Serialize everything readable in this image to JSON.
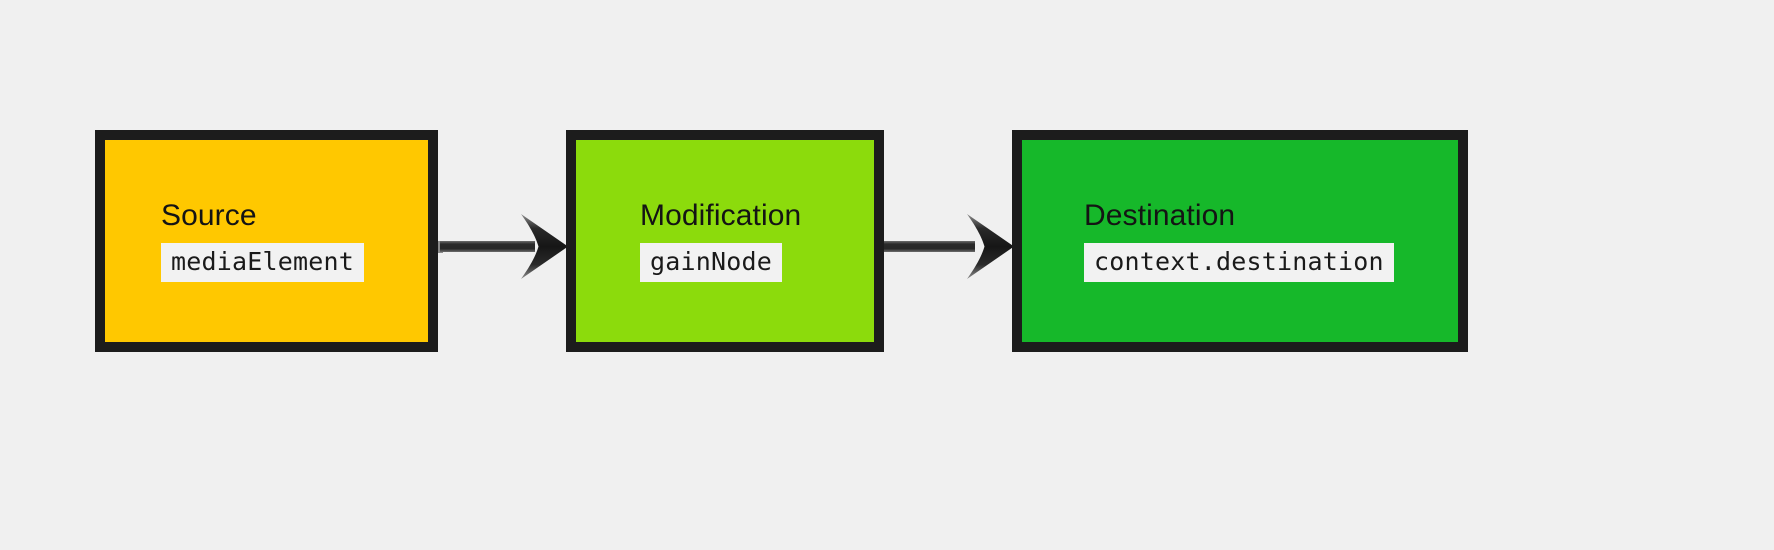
{
  "diagram": {
    "type": "flowchart-left-to-right",
    "background_color": "#f0f0f0",
    "border_color": "#1c1c1c",
    "nodes": [
      {
        "id": "source",
        "title": "Source",
        "code": "mediaElement",
        "fill_color": "#ffc800",
        "chip_color": "#f2f2f2"
      },
      {
        "id": "modification",
        "title": "Modification",
        "code": "gainNode",
        "fill_color": "#8cdb0c",
        "chip_color": "#f2f2f2"
      },
      {
        "id": "destination",
        "title": "Destination",
        "code": "context.destination",
        "fill_color": "#16b82a",
        "chip_color": "#f2f2f2"
      }
    ],
    "edges": [
      {
        "id": "source-to-modification",
        "from": "source",
        "to": "modification",
        "label": "",
        "color": "#2b2b2b"
      },
      {
        "id": "modification-to-destination",
        "from": "modification",
        "to": "destination",
        "label": "",
        "color": "#2b2b2b"
      }
    ]
  }
}
